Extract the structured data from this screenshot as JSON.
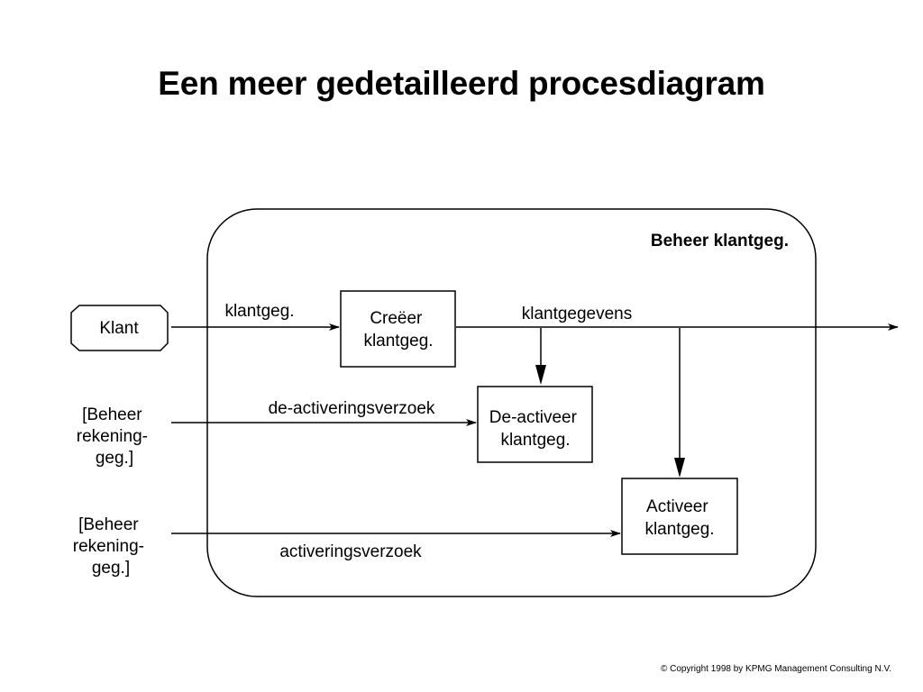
{
  "title": "Een meer gedetailleerd procesdiagram",
  "container": {
    "label": "Beheer klantgeg."
  },
  "external": {
    "klant": "Klant",
    "source1": [
      "[Beheer",
      "rekening-",
      "geg.]"
    ],
    "source2": [
      "[Beheer",
      "rekening-",
      "geg.]"
    ]
  },
  "processes": {
    "creeer": [
      "Creëer",
      "klantgeg."
    ],
    "deactiveer": [
      "De-activeer",
      "klantgeg."
    ],
    "activeer": [
      "Activeer",
      "klantgeg."
    ]
  },
  "flows": {
    "klantgeg": "klantgeg.",
    "klantgegevens": "klantgegevens",
    "deactiveringsverzoek": "de-activeringsverzoek",
    "activeringsverzoek": "activeringsverzoek"
  },
  "copyright": "© Copyright 1998 by KPMG Management Consulting N.V."
}
